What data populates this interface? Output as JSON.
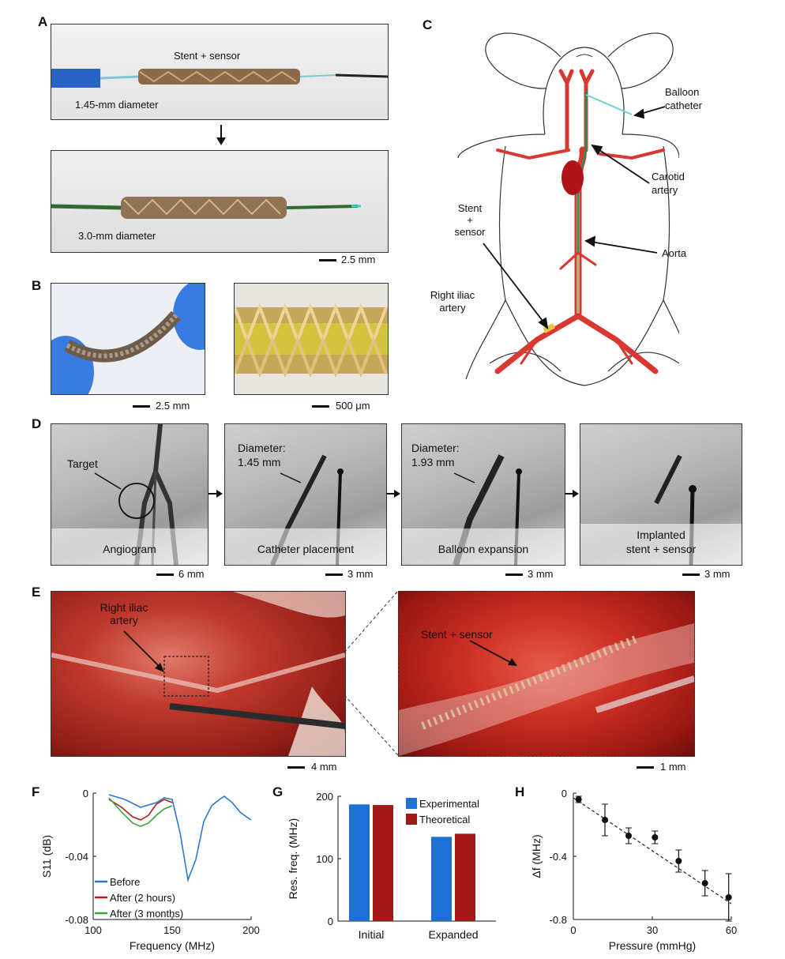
{
  "panel_labels": {
    "a": "A",
    "b": "B",
    "c": "C",
    "d": "D",
    "e": "E",
    "f": "F",
    "g": "G",
    "h": "H"
  },
  "panelA": {
    "top_label": "Stent + sensor",
    "top_caption": "1.45-mm diameter",
    "bottom_caption": "3.0-mm diameter",
    "scale": "2.5 mm"
  },
  "panelB": {
    "scale_left": "2.5 mm",
    "scale_right": "500 μm"
  },
  "panelC": {
    "balloon": [
      "Balloon",
      "catheter"
    ],
    "carotid": [
      "Carotid",
      "artery"
    ],
    "aorta": "Aorta",
    "stent": [
      "Stent",
      "+",
      "sensor"
    ],
    "iliac": [
      "Right iliac",
      "artery"
    ]
  },
  "panelD": {
    "target": "Target",
    "frames": [
      {
        "caption": "Angiogram",
        "scale": "6 mm",
        "diam_label": "",
        "diam_value": ""
      },
      {
        "caption": "Catheter placement",
        "scale": "3 mm",
        "diam_label": "Diameter:",
        "diam_value": "1.45 mm"
      },
      {
        "caption": "Balloon expansion",
        "scale": "3 mm",
        "diam_label": "Diameter:",
        "diam_value": "1.93 mm"
      },
      {
        "caption": "Implanted",
        "caption2": "stent + sensor",
        "scale": "3 mm",
        "diam_label": "",
        "diam_value": ""
      }
    ]
  },
  "panelE": {
    "iliac": [
      "Right iliac",
      "artery"
    ],
    "stent": "Stent + sensor",
    "scale_left": "4 mm",
    "scale_right": "1 mm"
  },
  "colors": {
    "blue": "#1e6fd6",
    "red": "#b01e1e",
    "green": "#3fa63a",
    "artery": "#d8382f"
  },
  "chart_data": [
    {
      "panel": "F",
      "type": "line",
      "xlabel": "Frequency (MHz)",
      "ylabel": "S11 (dB)",
      "xlim": [
        100,
        200
      ],
      "ylim": [
        -0.08,
        0
      ],
      "xticks": [
        "100",
        "150",
        "200"
      ],
      "yticks": [
        "0",
        "-0.04",
        "-0.08"
      ],
      "series": [
        {
          "name": "Before",
          "color": "#2b78d4",
          "x": [
            110,
            120,
            130,
            140,
            145,
            150,
            155,
            160,
            165,
            170,
            175,
            180,
            183,
            188,
            193,
            197,
            200
          ],
          "y": [
            -0.001,
            -0.004,
            -0.009,
            -0.006,
            -0.003,
            -0.004,
            -0.025,
            -0.055,
            -0.042,
            -0.018,
            -0.008,
            -0.004,
            -0.002,
            -0.006,
            -0.012,
            -0.015,
            -0.017
          ]
        },
        {
          "name": "After (2 hours)",
          "color": "#b01e1e",
          "x": [
            110,
            118,
            125,
            130,
            135,
            140,
            145,
            150
          ],
          "y": [
            -0.004,
            -0.009,
            -0.015,
            -0.017,
            -0.014,
            -0.007,
            -0.004,
            -0.006
          ]
        },
        {
          "name": "After (3 months)",
          "color": "#3fa63a",
          "x": [
            110,
            118,
            125,
            130,
            135,
            140,
            145,
            150
          ],
          "y": [
            -0.003,
            -0.012,
            -0.019,
            -0.021,
            -0.019,
            -0.014,
            -0.01,
            -0.008
          ]
        }
      ]
    },
    {
      "panel": "G",
      "type": "bar",
      "ylabel": "Res. freq. (MHz)",
      "ylim": [
        0,
        200
      ],
      "yticks": [
        "0",
        "100",
        "200"
      ],
      "categories": [
        "Initial",
        "Expanded"
      ],
      "series": [
        {
          "name": "Experimental",
          "color": "#1e6fd6",
          "values": [
            187,
            135
          ]
        },
        {
          "name": "Theoretical",
          "color": "#a31919",
          "values": [
            186,
            140
          ]
        }
      ],
      "legend": "top-right"
    },
    {
      "panel": "H",
      "type": "scatter",
      "xlabel": "Pressure (mmHg)",
      "ylabel": "Δf (MHz)",
      "xlim": [
        0,
        60
      ],
      "ylim": [
        -0.8,
        0
      ],
      "xticks": [
        "0",
        "30",
        "60"
      ],
      "yticks": [
        "0",
        "-0.4",
        "-0.8"
      ],
      "x": [
        2,
        12,
        21,
        31,
        40,
        50,
        59
      ],
      "y": [
        -0.04,
        -0.17,
        -0.27,
        -0.28,
        -0.43,
        -0.57,
        -0.66
      ],
      "err": [
        0.02,
        0.1,
        0.05,
        0.04,
        0.07,
        0.08,
        0.15
      ],
      "fit": {
        "x": [
          0,
          60
        ],
        "y": [
          -0.03,
          -0.7
        ],
        "style": "dashed"
      }
    }
  ]
}
